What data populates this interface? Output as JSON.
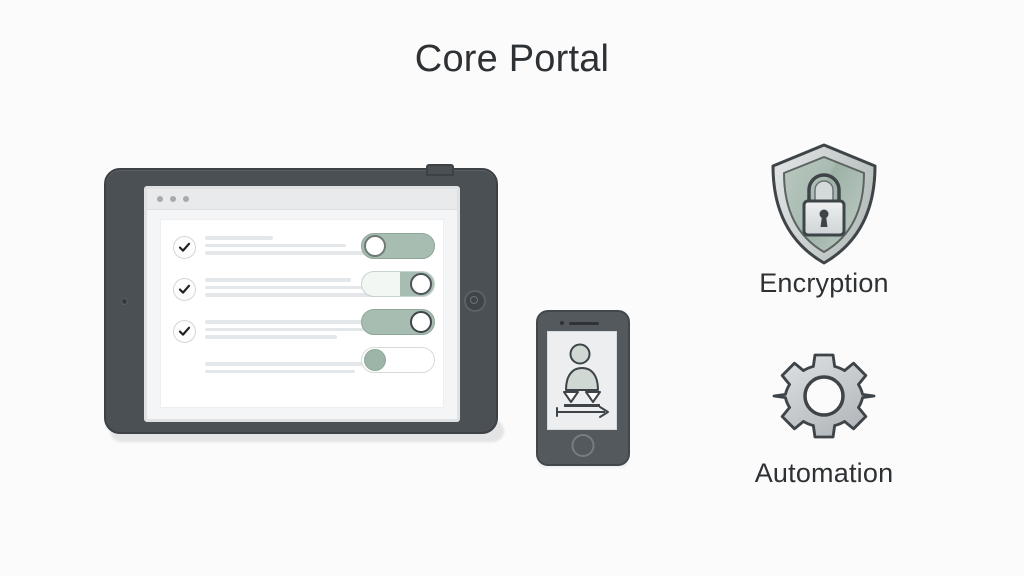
{
  "page": {
    "title": "Core Portal",
    "background_color": "#fbfbfb",
    "title_color": "#2e3134"
  },
  "theme": {
    "accent_green": "#a8bdb2",
    "device_gray": "#4b5055",
    "text_dark": "#2e3134",
    "placeholder_gray": "#e4e7e9"
  },
  "tablet": {
    "name": "tablet-device",
    "chrome_dots": [
      "dot-1",
      "dot-2",
      "dot-3"
    ],
    "rows": [
      {
        "checked": true,
        "lines": [
          30,
          62,
          86
        ]
      },
      {
        "checked": true,
        "lines": [
          64,
          92,
          74
        ]
      },
      {
        "checked": true,
        "lines": [
          92,
          80,
          58
        ]
      },
      {
        "checked": false,
        "lines": [
          78,
          66
        ]
      }
    ],
    "toggles": [
      {
        "name": "toggle-1",
        "state": "on",
        "knob": "left",
        "track_color": "#a8bdb2",
        "knob_color": "#ffffff"
      },
      {
        "name": "toggle-2",
        "state": "partial",
        "knob": "right",
        "track_color": "#f3f7f4",
        "knob_color": "#ffffff"
      },
      {
        "name": "toggle-3",
        "state": "on",
        "knob": "right",
        "track_color": "#a8bdb2",
        "knob_color": "#ffffff"
      },
      {
        "name": "toggle-4",
        "state": "off",
        "knob": "left",
        "track_color": "#ffffff",
        "knob_color": "#9db5a8"
      }
    ]
  },
  "phone": {
    "name": "smartphone-device",
    "screen_icon": "user-workflow-transfer-icon",
    "has_home_button": true,
    "has_camera": true,
    "has_speaker": true
  },
  "features": [
    {
      "id": "encryption",
      "label": "Encryption",
      "icon": "shield-lock-icon",
      "icon_fill": "#a8bdb2",
      "icon_stroke": "#3f4449"
    },
    {
      "id": "automation",
      "label": "Automation",
      "icon": "gear-icon",
      "icon_fill": "#c9cccf",
      "icon_stroke": "#3f4449"
    }
  ]
}
